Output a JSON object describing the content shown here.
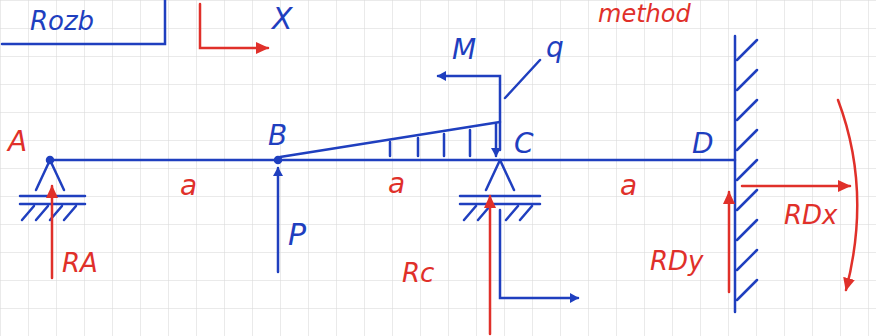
{
  "diagram": {
    "labels": [
      "Rozb",
      "X",
      "method",
      "M",
      "q",
      "A",
      "B",
      "C",
      "D",
      "a",
      "a",
      "a",
      "P",
      "RA",
      "Rc",
      "RDy",
      "RDx"
    ]
  }
}
